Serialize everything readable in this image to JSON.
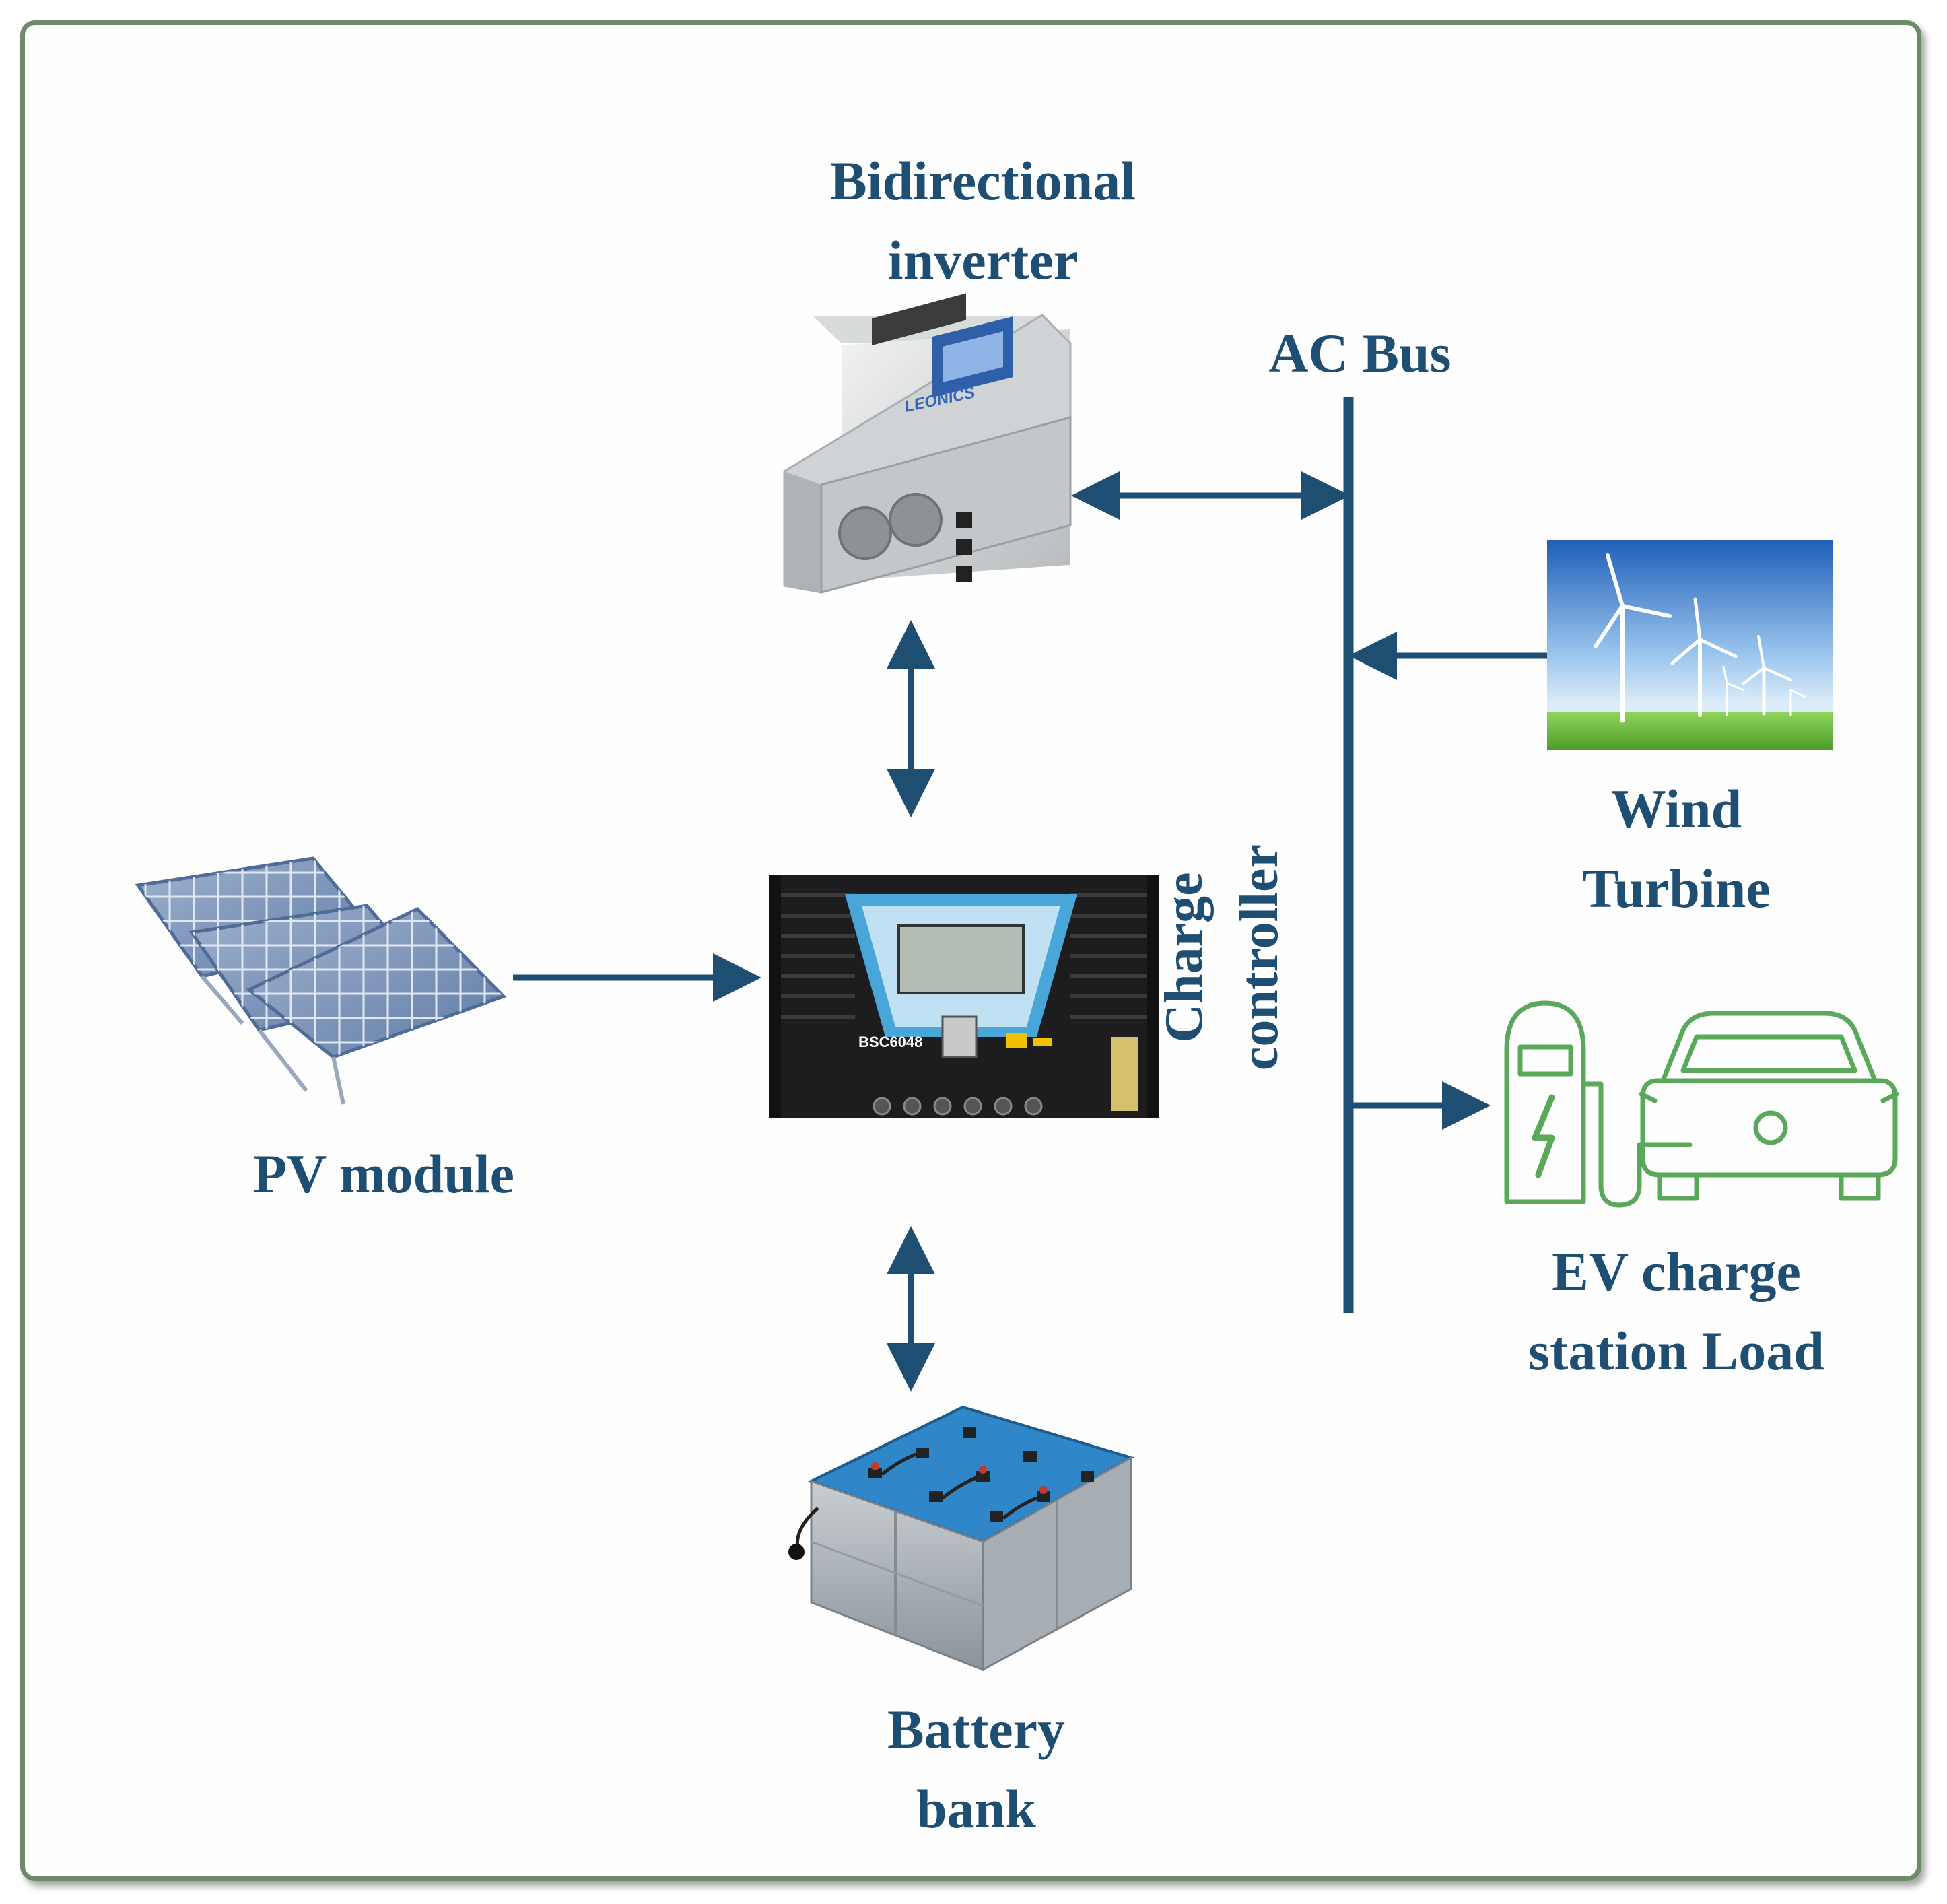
{
  "labels": {
    "inverter": [
      "Bidirectional",
      "inverter"
    ],
    "ac_bus": "AC Bus",
    "wind": [
      "Wind",
      "Turbine"
    ],
    "charge_controller": [
      "Charge",
      "controller"
    ],
    "pv": "PV module",
    "ev": [
      "EV charge",
      "station Load"
    ],
    "battery": [
      "Battery",
      "bank"
    ]
  },
  "device_text": {
    "inverter_brand": "LEONICS",
    "controller_model": "BSC6048"
  },
  "colors": {
    "text": "#1f4e73",
    "connector": "#1f4e73",
    "ev_icon": "#5aa85a",
    "frame": "#6f8a6a"
  },
  "connections": [
    {
      "from": "bidirectional-inverter",
      "to": "ac-bus",
      "direction": "both"
    },
    {
      "from": "bidirectional-inverter",
      "to": "charge-controller",
      "direction": "both"
    },
    {
      "from": "wind-turbine",
      "to": "ac-bus",
      "direction": "to-bus"
    },
    {
      "from": "pv-module",
      "to": "charge-controller",
      "direction": "to-controller"
    },
    {
      "from": "ac-bus",
      "to": "ev-charge-station",
      "direction": "to-load"
    },
    {
      "from": "charge-controller",
      "to": "battery-bank",
      "direction": "both"
    }
  ]
}
